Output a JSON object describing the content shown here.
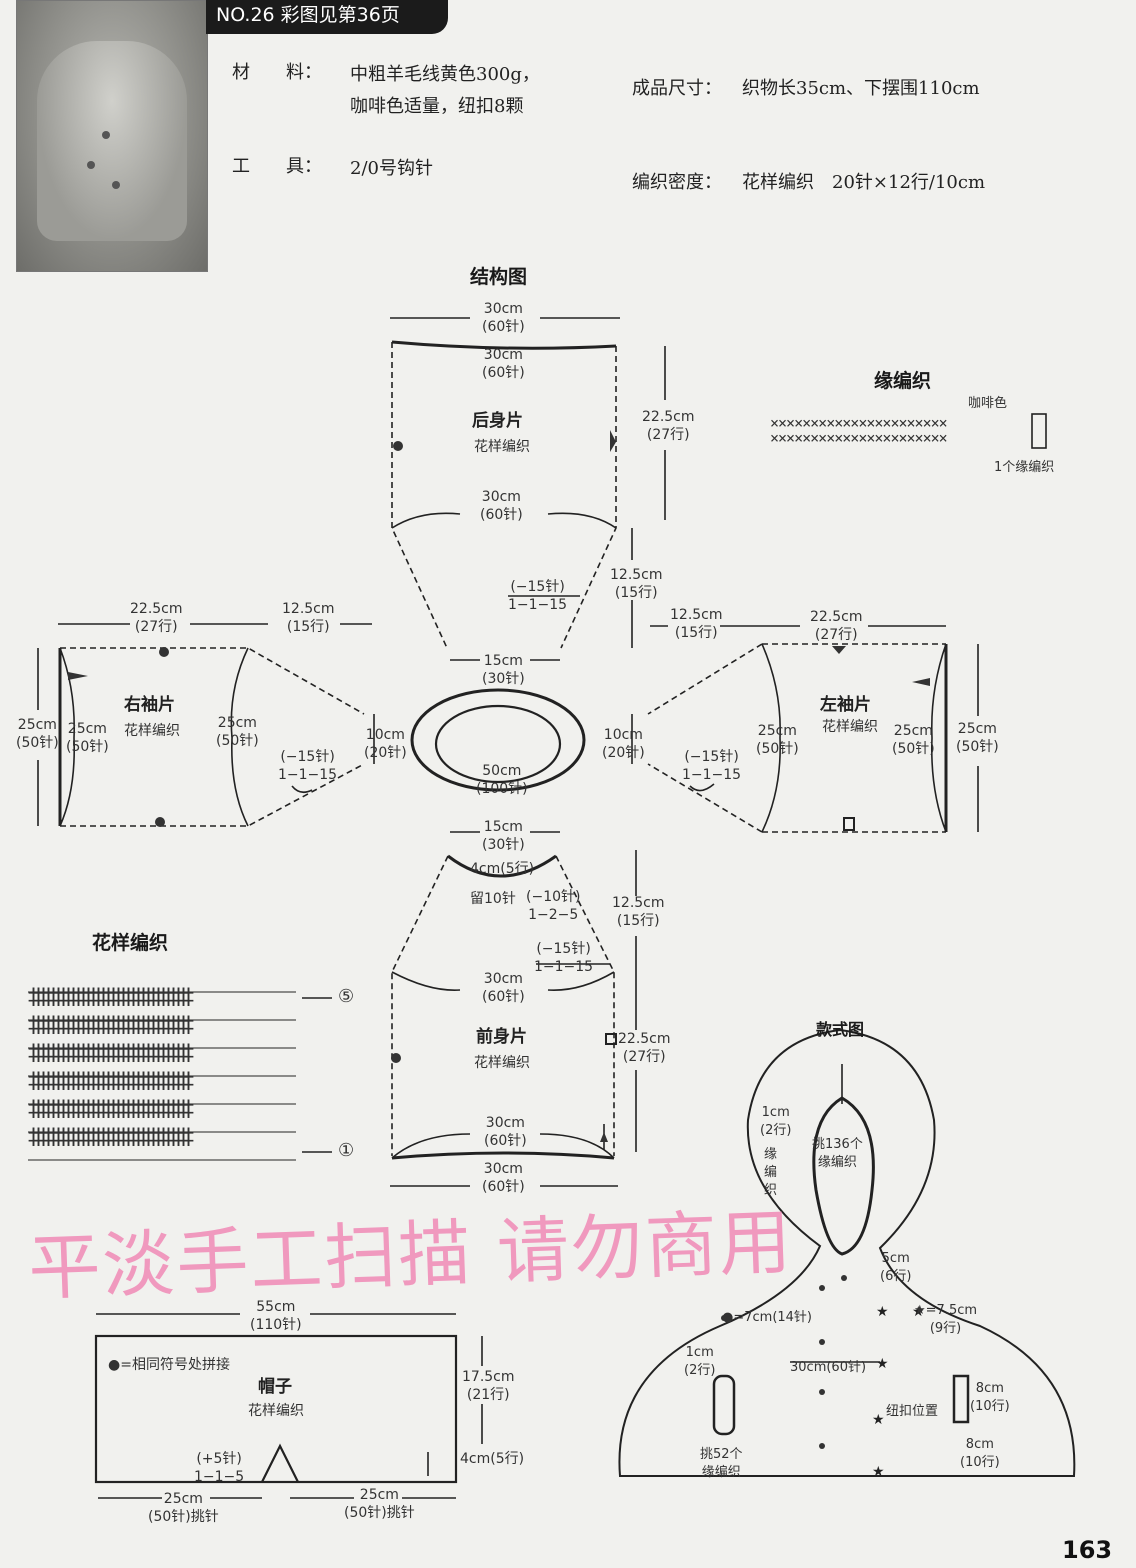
{
  "header": {
    "badge": "NO.26  彩图见第36页"
  },
  "info": {
    "material_label": "材　　料：",
    "material_line1": "中粗羊毛线黄色300g，",
    "material_line2": "咖啡色适量，纽扣8颗",
    "tool_label": "工　　具：",
    "tool_value": "2/0号钩针",
    "size_label": "成品尺寸：",
    "size_value": "织物长35cm、下摆围110cm",
    "density_label": "编织密度：",
    "density_value": "花样编织　20针×12行/10cm"
  },
  "structure": {
    "title": "结构图",
    "back": {
      "name": "后身片",
      "pattern": "花样编织",
      "top_outer": "30cm",
      "top_outer_st": "(60针)",
      "top_inner": "30cm",
      "top_inner_st": "(60针)",
      "mid": "30cm",
      "mid_st": "(60针)",
      "height": "22.5cm",
      "height_rows": "(27行)",
      "dec": "(−15针)",
      "dec_rule": "1−1−15",
      "taper": "12.5cm",
      "taper_rows": "(15行)",
      "neck": "15cm",
      "neck_st": "(30针)"
    },
    "right_sleeve": {
      "name": "右袖片",
      "pattern": "花样编织",
      "w1": "22.5cm",
      "w1_rows": "(27行)",
      "w2": "12.5cm",
      "w2_rows": "(15行)",
      "h_outer": "25cm",
      "h_outer_st": "(50针)",
      "h_inner": "25cm",
      "h_inner_st": "(50针)",
      "h_mid": "25cm",
      "h_mid_st": "(50针)",
      "end": "10cm",
      "end_st": "(20针)",
      "dec": "(−15针)",
      "dec_rule": "1−1−15"
    },
    "left_sleeve": {
      "name": "左袖片",
      "pattern": "花样编织",
      "w1": "12.5cm",
      "w1_rows": "(15行)",
      "w2": "22.5cm",
      "w2_rows": "(27行)",
      "h_mid": "25cm",
      "h_mid_st": "(50针)",
      "h_inner": "25cm",
      "h_inner_st": "(50针)",
      "h_outer": "25cm",
      "h_outer_st": "(50针)",
      "end": "10cm",
      "end_st": "(20针)",
      "dec": "(−15针)",
      "dec_rule": "1−1−15"
    },
    "neck_ring": {
      "size": "50cm",
      "st": "(100针)"
    },
    "front": {
      "name": "前身片",
      "pattern": "花样编织",
      "neck": "15cm",
      "neck_st": "(30针)",
      "neck_dip": "4cm(5行)",
      "leave": "留10针",
      "dec1": "(−10针)",
      "dec1_rule": "1−2−5",
      "taper": "12.5cm",
      "taper_rows": "(15行)",
      "dec2": "(−15针)",
      "dec2_rule": "1−1−15",
      "mid": "30cm",
      "mid_st": "(60针)",
      "height": "22.5cm",
      "height_rows": "(27行)",
      "bottom_inner": "30cm",
      "bottom_inner_st": "(60针)",
      "bottom_outer": "30cm",
      "bottom_outer_st": "(60针)"
    }
  },
  "edge": {
    "title": "缘编织",
    "color": "咖啡色",
    "note": "1个缘编织"
  },
  "pattern": {
    "title": "花样编织",
    "row5": "⑤",
    "row1": "①"
  },
  "hood": {
    "title": "帽子",
    "pattern": "花样编织",
    "note": "●=相同符号处拼接",
    "width": "55cm",
    "width_st": "(110针)",
    "height": "17.5cm",
    "height_rows": "(21行)",
    "dip": "4cm(5行)",
    "inc": "(+5针)",
    "inc_rule": "1−1−5",
    "bl": "25cm",
    "bl_st": "(50针)挑针",
    "br": "25cm",
    "br_st": "(50针)挑针"
  },
  "style": {
    "title": "款式图",
    "hood_edge": "1cm",
    "hood_edge_rows": "(2行)",
    "edge_word": "缘\n编\n织",
    "pick136": "挑136个",
    "pick136_b": "缘编织",
    "s5": "5cm",
    "s5_rows": "(6行)",
    "dot7": "●=7cm(14针)",
    "star": "★=7.5cm",
    "star_rows": "(9行)",
    "w30": "30cm(60针)",
    "e1": "1cm",
    "e1_rows": "(2行)",
    "b8a": "8cm",
    "b8a_rows": "(10行)",
    "btn": "纽扣位置",
    "b8b": "8cm",
    "b8b_rows": "(10行)",
    "pick52": "挑52个",
    "pick52_b": "缘编织"
  },
  "watermark": "平淡手工扫描 请勿商用",
  "page_number": "163"
}
